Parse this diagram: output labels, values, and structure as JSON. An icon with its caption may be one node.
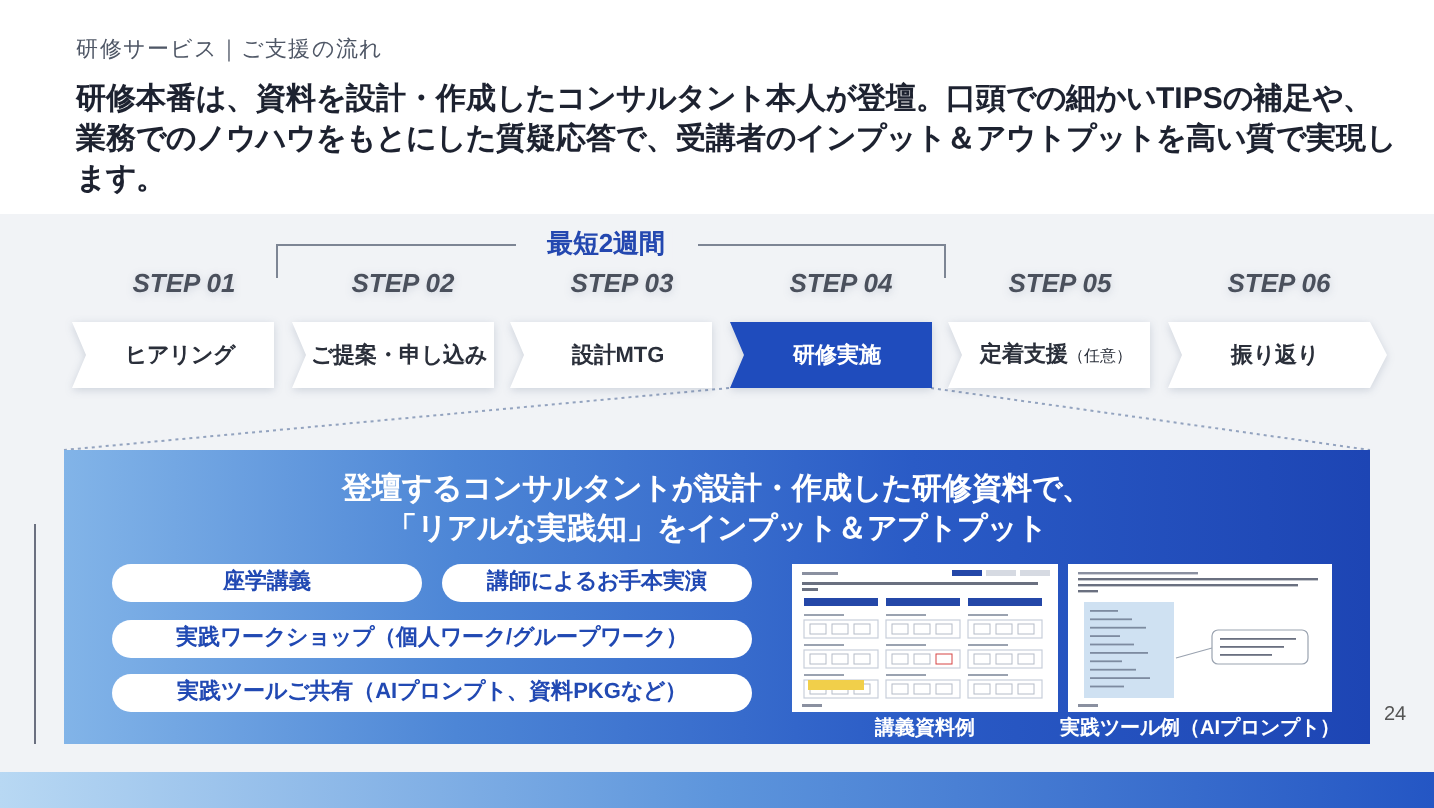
{
  "diagram": {
    "title": "研修サービス｜ご支援の流れ",
    "nodes": [
      {
        "text": [
          "ヒアリング"
        ],
        "beside": [
          "STEP 01"
        ]
      },
      {
        "text": [
          "ご提案・申し込み"
        ],
        "beside": [
          "STEP 02"
        ]
      },
      {
        "text": [
          "設計MTG"
        ],
        "beside": [
          "STEP 03"
        ]
      },
      {
        "text": [
          "研修実施"
        ],
        "beside": [
          "STEP 04"
        ]
      },
      {
        "text": [
          "定着支援",
          "（任意）"
        ],
        "beside": [
          "STEP 05"
        ]
      },
      {
        "text": [
          "振り返り"
        ],
        "beside": [
          "STEP 06"
        ]
      },
      {
        "text": [
          "登壇するコンサルタントが設計・作成した研修資料で、「リアルな実践知」をインプット＆アプトプット"
        ]
      },
      {
        "text": [
          "座学講義"
        ],
        "in": 6
      },
      {
        "text": [
          "講師によるお手本実演"
        ],
        "in": 6
      },
      {
        "text": [
          "実践ワークショップ（個人ワーク/グループワーク）"
        ],
        "in": 6
      },
      {
        "text": [
          "実践ツールご共有（AIプロンプト、資料PKGなど）"
        ],
        "in": 6
      },
      {
        "text": [],
        "shape": "picture",
        "in": 6,
        "beside": [
          "講義資料例"
        ]
      },
      {
        "text": [],
        "shape": "picture",
        "in": 6,
        "beside": [
          "実践ツール例（AIプロンプト）"
        ]
      }
    ],
    "edges": [
      {
        "from": 0,
        "to": 1,
        "arrow": "to"
      },
      {
        "from": 1,
        "to": 2,
        "arrow": "to"
      },
      {
        "from": 2,
        "to": 3,
        "arrow": "to"
      },
      {
        "from": 3,
        "to": 4,
        "arrow": "to",
        "color": "#1f4cbd"
      },
      {
        "from": 4,
        "to": 5,
        "arrow": "to"
      },
      {
        "from": 3,
        "to": 6,
        "arrow": "none",
        "style": "dashed",
        "color": "#93a3bf"
      },
      {
        "from": 3,
        "to": 6,
        "arrow": "none",
        "style": "dashed",
        "color": "#93a3bf"
      }
    ],
    "labels": [
      "研修本番は、資料を設計・作成したコンサルタント本人が登壇。口頭での細かいTIPSの補足や、業務でのノウハウをもとにした質疑応答で、受講者のインプット＆アウトプットを高い質で実現します。",
      "最短2週間",
      "24"
    ]
  }
}
